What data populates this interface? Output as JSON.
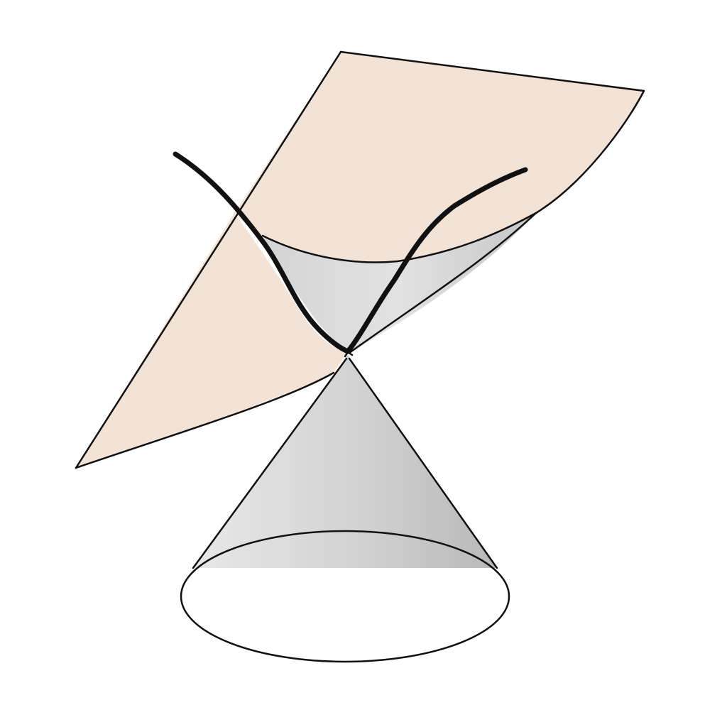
{
  "diagram": {
    "subject": "conic-section-hyperbola",
    "colors": {
      "plane_fill": "#f2e3d6",
      "cone_light": "#e6e6e6",
      "cone_dark": "#bdbdbd",
      "line": "#111111",
      "background": "#ffffff"
    },
    "elements": [
      "intersecting-plane",
      "upper-cone-nappe",
      "lower-cone-nappe",
      "cone-base-ellipse",
      "hyperbola-curve"
    ]
  }
}
